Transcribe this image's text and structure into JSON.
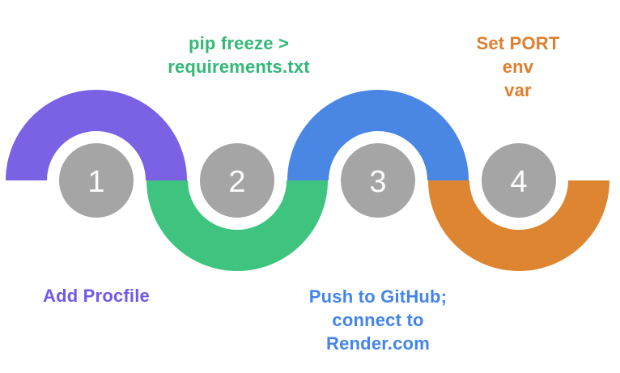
{
  "diagram": {
    "title": "deployment-steps-snake-diagram",
    "background_color": "#ffffff",
    "circle_fill": "#a5a5a5",
    "number_color": "#fcfcfc",
    "steps": [
      {
        "number": "1",
        "arc_side": "top",
        "arc_color": "#7b62e4",
        "label": "Add Procfile",
        "label_color": "#7557e9",
        "label_position": "below"
      },
      {
        "number": "2",
        "arc_side": "bottom",
        "arc_color": "#3ec47f",
        "label": "pip freeze >\nrequirements.txt",
        "label_color": "#34b878",
        "label_position": "above"
      },
      {
        "number": "3",
        "arc_side": "top",
        "arc_color": "#4a86e3",
        "label": "Push to GitHub;\nconnect to\nRender.com",
        "label_color": "#4385e8",
        "label_position": "below"
      },
      {
        "number": "4",
        "arc_side": "bottom",
        "arc_color": "#dd8531",
        "label": "Set PORT env\nvar",
        "label_color": "#de7f2d",
        "label_position": "above"
      }
    ]
  }
}
